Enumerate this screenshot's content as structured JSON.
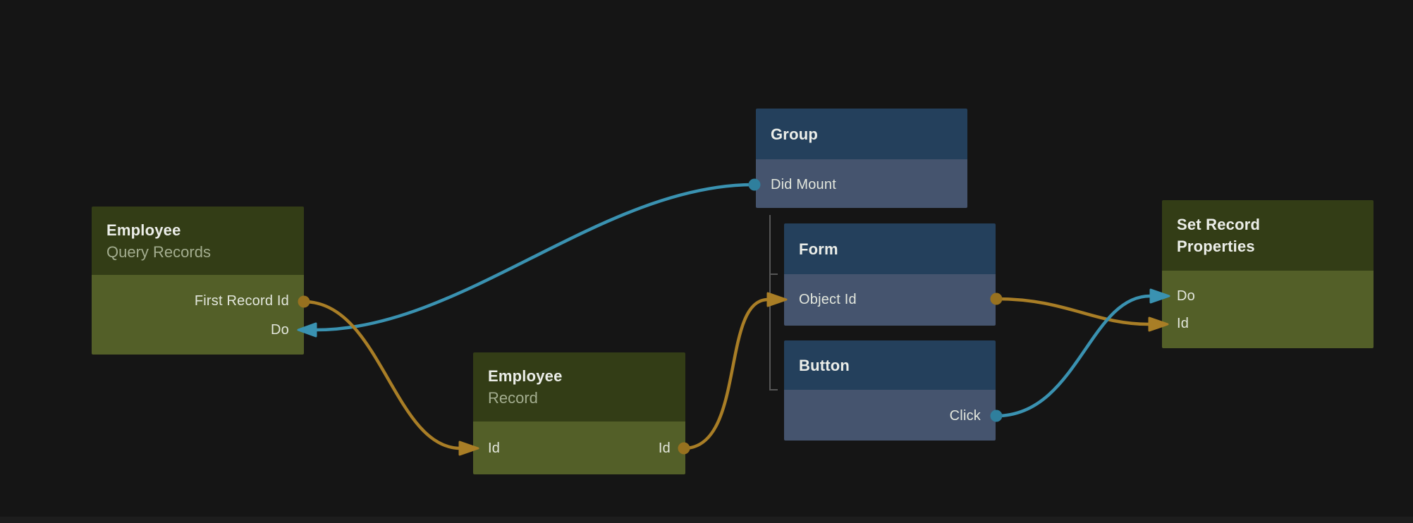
{
  "colors": {
    "background": "#151515",
    "bottom_edge": "#1d1d1d",
    "component_node_header": "#24405c",
    "component_node_body": "#45546e",
    "data_node_header": "#333d16",
    "data_node_body": "#535f28",
    "signal_wire": "#3a92b1",
    "signal_port": "#2f7f9d",
    "data_wire": "#a97e26",
    "data_port": "#97711f",
    "hierarchy_line": "#565656",
    "title_text": "#eceee9",
    "subtitle_text": "#a3ad8f",
    "port_text": "#e3e7dd"
  },
  "nodes": {
    "employee_query_records": {
      "title": "Employee",
      "subtitle": "Query Records",
      "ports": {
        "first_record_id": "First Record Id",
        "do": "Do"
      }
    },
    "group": {
      "title": "Group",
      "ports": {
        "did_mount": "Did Mount"
      }
    },
    "form": {
      "title": "Form",
      "ports": {
        "object_id": "Object Id"
      }
    },
    "button": {
      "title": "Button",
      "ports": {
        "click": "Click"
      }
    },
    "employee_record": {
      "title": "Employee",
      "subtitle": "Record",
      "ports": {
        "id_in": "Id",
        "id_out": "Id"
      }
    },
    "set_record_properties": {
      "title": "Set Record Properties",
      "ports": {
        "do": "Do",
        "id": "Id"
      }
    }
  },
  "connections": [
    {
      "from": "Group.Did Mount",
      "to": "Employee Query Records.Do",
      "type": "signal"
    },
    {
      "from": "Employee Query Records.First Record Id",
      "to": "Employee Record.Id",
      "type": "data"
    },
    {
      "from": "Employee Record.Id",
      "to": "Form.Object Id",
      "type": "data"
    },
    {
      "from": "Form.Object Id",
      "to": "Set Record Properties.Id",
      "type": "data"
    },
    {
      "from": "Button.Click",
      "to": "Set Record Properties.Do",
      "type": "signal"
    }
  ],
  "hierarchy": [
    {
      "parent": "Group",
      "children": [
        "Form",
        "Button"
      ]
    }
  ]
}
